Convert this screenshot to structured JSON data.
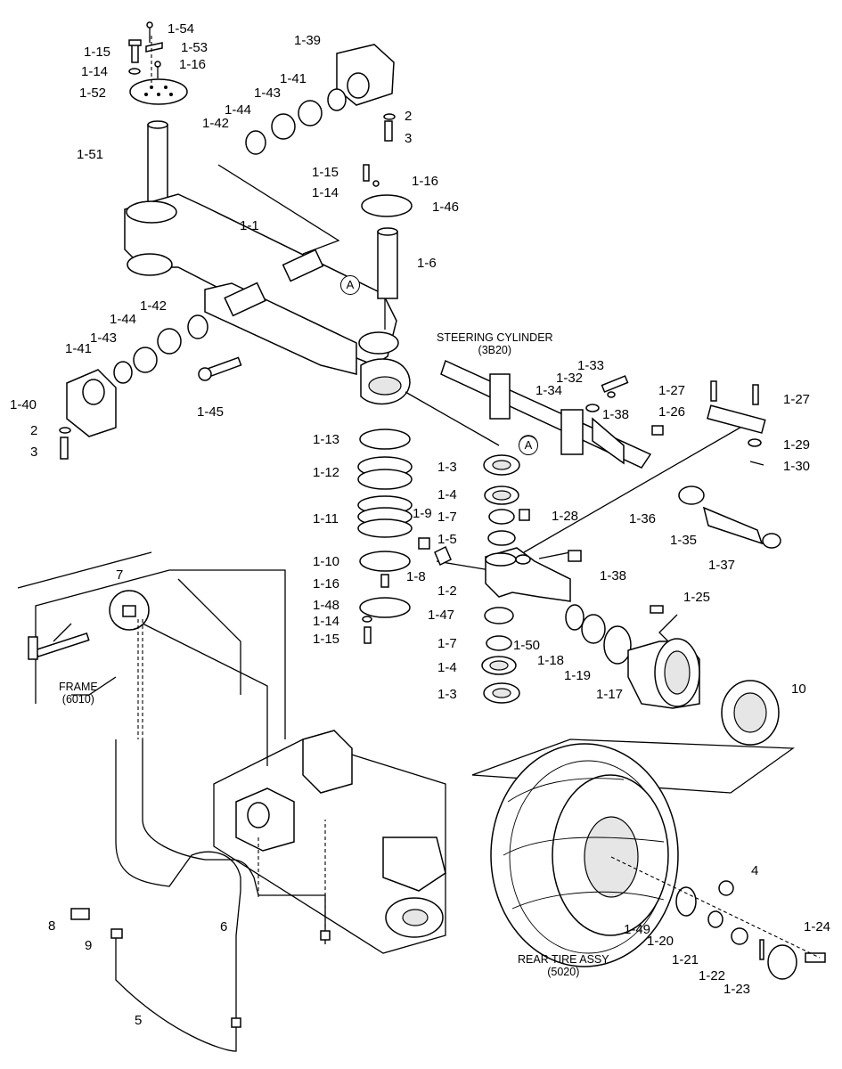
{
  "callouts": [
    {
      "id": "c154",
      "text": "1-54"
    },
    {
      "id": "c115a",
      "text": "1-15"
    },
    {
      "id": "c153",
      "text": "1-53"
    },
    {
      "id": "c114a",
      "text": "1-14"
    },
    {
      "id": "c116a",
      "text": "1-16"
    },
    {
      "id": "c152",
      "text": "1-52"
    },
    {
      "id": "c139",
      "text": "1-39"
    },
    {
      "id": "c141a",
      "text": "1-41"
    },
    {
      "id": "c143a",
      "text": "1-43"
    },
    {
      "id": "c144a",
      "text": "1-44"
    },
    {
      "id": "c142a",
      "text": "1-42"
    },
    {
      "id": "c2a",
      "text": "2"
    },
    {
      "id": "c3a",
      "text": "3"
    },
    {
      "id": "c151",
      "text": "1-51"
    },
    {
      "id": "c115b",
      "text": "1-15"
    },
    {
      "id": "c116b",
      "text": "1-16"
    },
    {
      "id": "c114b",
      "text": "1-14"
    },
    {
      "id": "c146",
      "text": "1-46"
    },
    {
      "id": "c11",
      "text": "1-1"
    },
    {
      "id": "c16",
      "text": "1-6"
    },
    {
      "id": "c142b",
      "text": "1-42"
    },
    {
      "id": "c144b",
      "text": "1-44"
    },
    {
      "id": "c143b",
      "text": "1-43"
    },
    {
      "id": "c141b",
      "text": "1-41"
    },
    {
      "id": "c140",
      "text": "1-40"
    },
    {
      "id": "c2b",
      "text": "2"
    },
    {
      "id": "c3b",
      "text": "3"
    },
    {
      "id": "c145",
      "text": "1-45"
    },
    {
      "id": "c133",
      "text": "1-33"
    },
    {
      "id": "c132",
      "text": "1-32"
    },
    {
      "id": "c134",
      "text": "1-34"
    },
    {
      "id": "c127a",
      "text": "1-27"
    },
    {
      "id": "c127b",
      "text": "1-27"
    },
    {
      "id": "c126",
      "text": "1-26"
    },
    {
      "id": "c138a",
      "text": "1-38"
    },
    {
      "id": "c129",
      "text": "1-29"
    },
    {
      "id": "c130",
      "text": "1-30"
    },
    {
      "id": "c113",
      "text": "1-13"
    },
    {
      "id": "c13a",
      "text": "1-3"
    },
    {
      "id": "c112",
      "text": "1-12"
    },
    {
      "id": "c14a",
      "text": "1-4"
    },
    {
      "id": "c19",
      "text": "1-9"
    },
    {
      "id": "c17a",
      "text": "1-7"
    },
    {
      "id": "c128",
      "text": "1-28"
    },
    {
      "id": "c111",
      "text": "1-11"
    },
    {
      "id": "c15",
      "text": "1-5"
    },
    {
      "id": "c136",
      "text": "1-36"
    },
    {
      "id": "c135",
      "text": "1-35"
    },
    {
      "id": "c137",
      "text": "1-37"
    },
    {
      "id": "c110",
      "text": "1-10"
    },
    {
      "id": "c18",
      "text": "1-8"
    },
    {
      "id": "c138b",
      "text": "1-38"
    },
    {
      "id": "c116c",
      "text": "1-16"
    },
    {
      "id": "c12",
      "text": "1-2"
    },
    {
      "id": "c148",
      "text": "1-48"
    },
    {
      "id": "c114c",
      "text": "1-14"
    },
    {
      "id": "c147",
      "text": "1-47"
    },
    {
      "id": "c125",
      "text": "1-25"
    },
    {
      "id": "c115c",
      "text": "1-15"
    },
    {
      "id": "c17b",
      "text": "1-7"
    },
    {
      "id": "c150",
      "text": "1-50"
    },
    {
      "id": "c118",
      "text": "1-18"
    },
    {
      "id": "c14b",
      "text": "1-4"
    },
    {
      "id": "c119",
      "text": "1-19"
    },
    {
      "id": "c13b",
      "text": "1-3"
    },
    {
      "id": "c117",
      "text": "1-17"
    },
    {
      "id": "c10",
      "text": "10"
    },
    {
      "id": "c7",
      "text": "7"
    },
    {
      "id": "c4",
      "text": "4"
    },
    {
      "id": "c124",
      "text": "1-24"
    },
    {
      "id": "c8",
      "text": "8"
    },
    {
      "id": "c6",
      "text": "6"
    },
    {
      "id": "c149",
      "text": "1-49"
    },
    {
      "id": "c9",
      "text": "9"
    },
    {
      "id": "c120",
      "text": "1-20"
    },
    {
      "id": "c121",
      "text": "1-21"
    },
    {
      "id": "c122",
      "text": "1-22"
    },
    {
      "id": "c123",
      "text": "1-23"
    },
    {
      "id": "c5",
      "text": "5"
    }
  ],
  "notes": {
    "steering_cylinder": {
      "line1": "STEERING CYLINDER",
      "line2": "(3B20)"
    },
    "frame": {
      "line1": "FRAME",
      "line2": "(6010)"
    },
    "rear_tire": {
      "line1": "REAR TIRE ASSY",
      "line2": "(5020)"
    }
  },
  "ref_markers": {
    "a_upper": "A",
    "a_lower": "A"
  }
}
